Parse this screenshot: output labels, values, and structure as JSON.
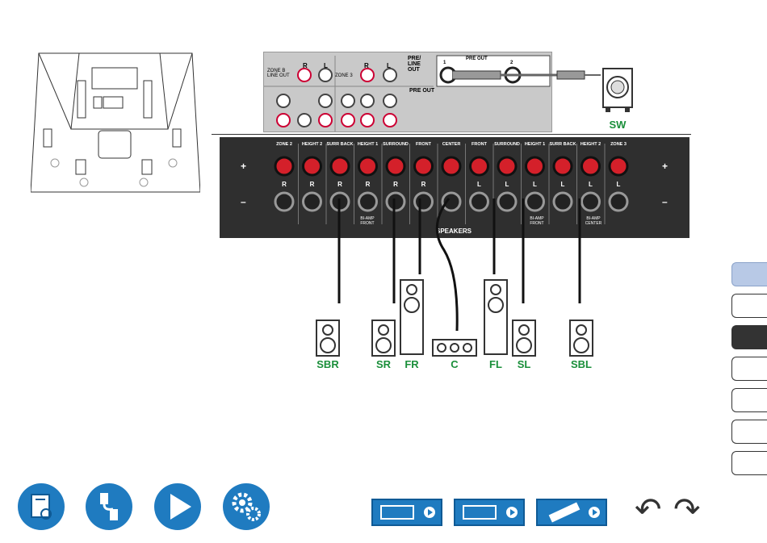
{
  "top_panel": {
    "zone2": "ZONE 2",
    "zoneb_line_out": "ZONE B LINE OUT",
    "zone3": "ZONE 3",
    "pre_line_out": "PRE/ LINE OUT",
    "pre_out_right": "PRE OUT",
    "pre_out_header": "PRE OUT",
    "r": "R",
    "l": "L",
    "front": "FRONT",
    "center": "CENTER",
    "surround": "SURROUND",
    "height1": "HEIGHT 1",
    "surr_back": "SURR BACK",
    "height2": "HEIGHT 2",
    "pre_out_1": "1",
    "pre_out_2": "2"
  },
  "subwoofer_label": "SW",
  "main_panel": {
    "columns": [
      "ZONE 2",
      "HEIGHT 2",
      "SURR BACK",
      "HEIGHT 1",
      "SURROUND",
      "FRONT",
      "CENTER",
      "FRONT",
      "SURROUND",
      "HEIGHT 1",
      "SURR BACK",
      "HEIGHT 2",
      "ZONE 3"
    ],
    "column_sub_left": "ZONE B",
    "column_sub_right": "ZONE B",
    "plus": "+",
    "minus": "–",
    "row_r": "R",
    "row_l": "L",
    "bi_amp_front_left": "BI-AMP FRONT",
    "bi_amp_front_right": "BI-AMP FRONT",
    "bi_amp_center": "BI-AMP CENTER",
    "speakers": "SPEAKERS"
  },
  "speakers": {
    "sbr": "SBR",
    "sr": "SR",
    "fr": "FR",
    "c": "C",
    "fl": "FL",
    "sl": "SL",
    "sbl": "SBL"
  },
  "side_tabs": {
    "active_index": 2,
    "highlighted_index": 0,
    "count": 7
  },
  "colors": {
    "speaker_label": "#1a8f3a",
    "nav_blue": "#1f7bc0",
    "wire_red": "#d4202a",
    "panel_dark": "#2f2f2f"
  },
  "bottom_nav": {
    "icons": [
      "manual-icon",
      "connection-icon",
      "play-icon",
      "settings-icon",
      "receiver-front-icon",
      "receiver-back-icon",
      "remote-icon",
      "undo-icon",
      "redo-icon"
    ]
  }
}
